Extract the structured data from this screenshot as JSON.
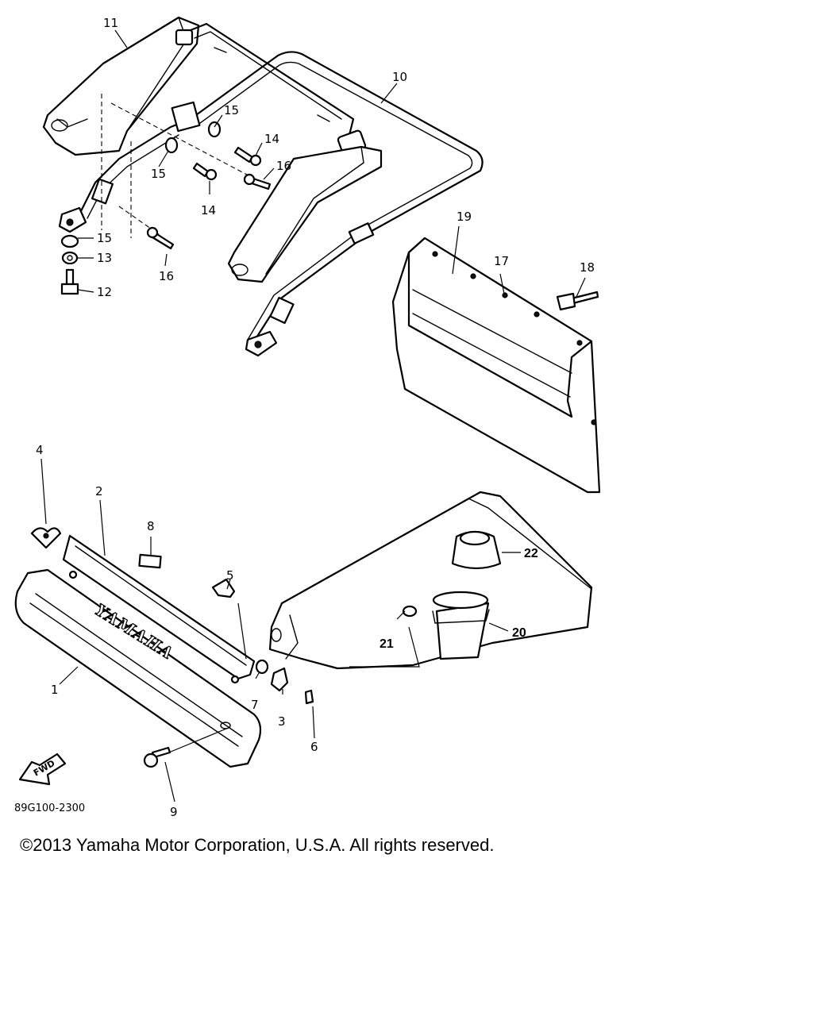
{
  "diagram": {
    "callouts": {
      "c1": "1",
      "c2": "2",
      "c3": "3",
      "c4": "4",
      "c5": "5",
      "c6": "6",
      "c7": "7",
      "c8": "8",
      "c9": "9",
      "c10": "10",
      "c11": "11",
      "c12": "12",
      "c13": "13",
      "c14a": "14",
      "c14b": "14",
      "c15a": "15",
      "c15b": "15",
      "c15c": "15",
      "c16a": "16",
      "c16b": "16",
      "c17": "17",
      "c18": "18",
      "c19": "19",
      "c20": "20",
      "c21": "21",
      "c22": "22"
    },
    "brand_emboss": "YAMAHA",
    "fwd_label": "FWD",
    "drawing_code": "89G100-2300"
  },
  "footer": {
    "copyright": "©2013 Yamaha Motor Corporation, U.S.A. All rights reserved."
  }
}
